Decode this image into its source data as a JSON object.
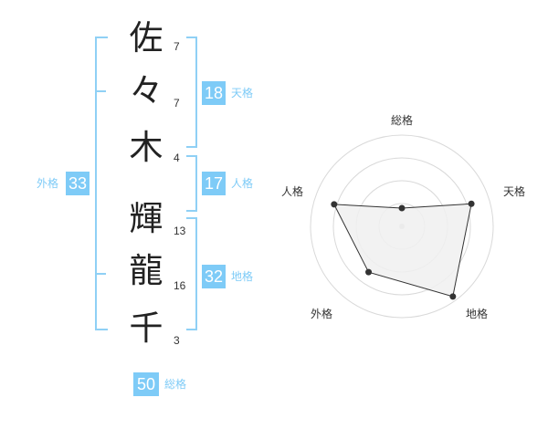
{
  "name": {
    "chars": [
      {
        "char": "佐",
        "strokes": "7"
      },
      {
        "char": "々",
        "strokes": "7"
      },
      {
        "char": "木",
        "strokes": "4"
      },
      {
        "char": "輝",
        "strokes": "13"
      },
      {
        "char": "龍",
        "strokes": "16"
      },
      {
        "char": "千",
        "strokes": "3"
      }
    ]
  },
  "kaku": {
    "tenkaku": {
      "label": "天格",
      "value": "18"
    },
    "jinkaku": {
      "label": "人格",
      "value": "17"
    },
    "chikaku": {
      "label": "地格",
      "value": "32"
    },
    "gaikaku": {
      "label": "外格",
      "value": "33"
    },
    "soukaku": {
      "label": "総格",
      "value": "50"
    }
  },
  "colors": {
    "accent": "#7ecbf7",
    "bracket": "#8fd0f5",
    "text": "#222222",
    "radar_fill": "#f0f0f0",
    "radar_line": "#333333"
  },
  "radar": {
    "axes": [
      "総格",
      "天格",
      "地格",
      "外格",
      "人格"
    ],
    "levels": 4,
    "values": [
      0.2,
      0.8,
      0.95,
      0.62,
      0.78
    ]
  }
}
